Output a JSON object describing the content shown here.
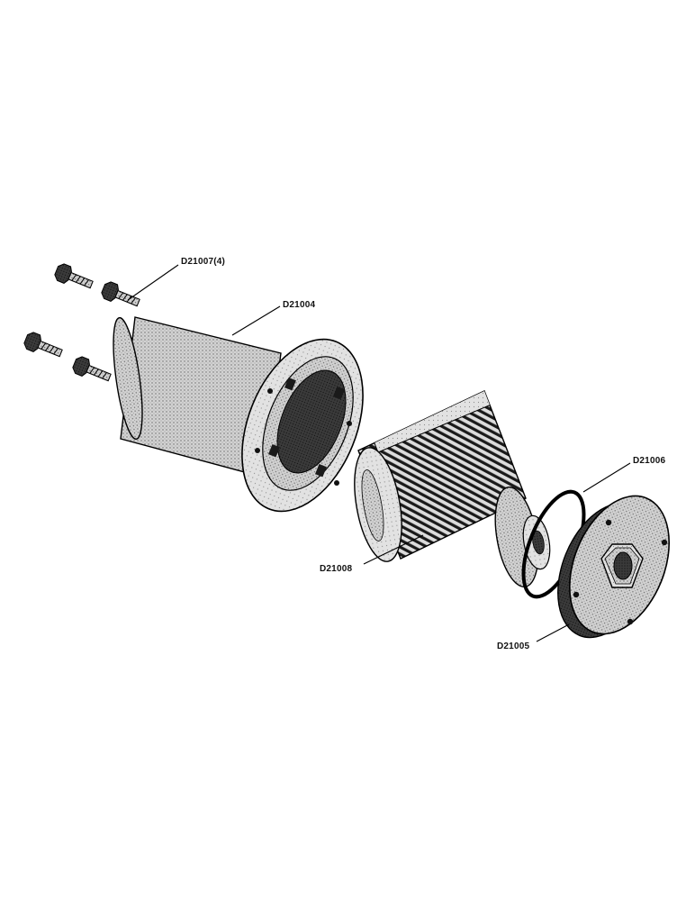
{
  "labels": {
    "screws": "D21007(4)",
    "housing": "D21004",
    "seal_ring": "D21006",
    "element": "D21008",
    "cover": "D21005"
  }
}
